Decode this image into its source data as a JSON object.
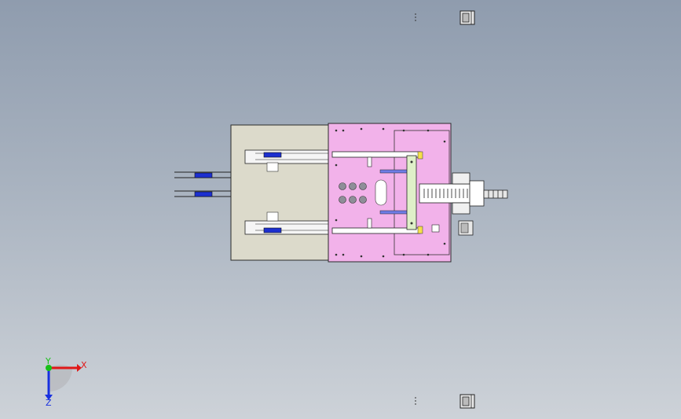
{
  "viewport": {
    "background_top": "#8f9cae",
    "background_bottom": "#cdd2d8"
  },
  "colors": {
    "plate_pink": "#f2b2ea",
    "tray_beige": "#dcdacb",
    "outline": "#2a2a2a",
    "blue_part": "#1c2fd0",
    "green_part": "#dff0c8",
    "axis_x": "#e01818",
    "axis_y": "#18c018",
    "axis_z": "#1830e0"
  },
  "triad": {
    "x_label": "X",
    "y_label": "Y",
    "z_label": "Z"
  }
}
